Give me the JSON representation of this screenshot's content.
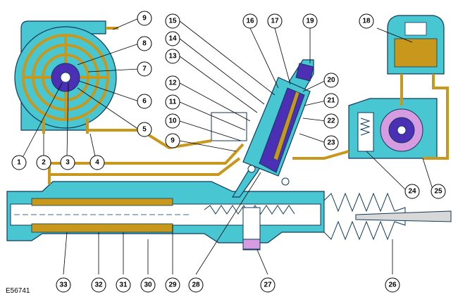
{
  "figure_ref": "E56741",
  "colors": {
    "housing": "#48c7d3",
    "fluid": "#c8981c",
    "valve": "#4b2fb5",
    "rotor": "#d69be0",
    "outline": "#0e3a5a",
    "metal": "#d8d8d8"
  },
  "callouts": [
    "1",
    "2",
    "3",
    "4",
    "5",
    "6",
    "7",
    "8",
    "9",
    "10",
    "11",
    "12",
    "13",
    "14",
    "15",
    "16",
    "17",
    "18",
    "19",
    "20",
    "21",
    "22",
    "23",
    "24",
    "25",
    "26",
    "27",
    "28",
    "29",
    "30",
    "31",
    "32",
    "33"
  ]
}
